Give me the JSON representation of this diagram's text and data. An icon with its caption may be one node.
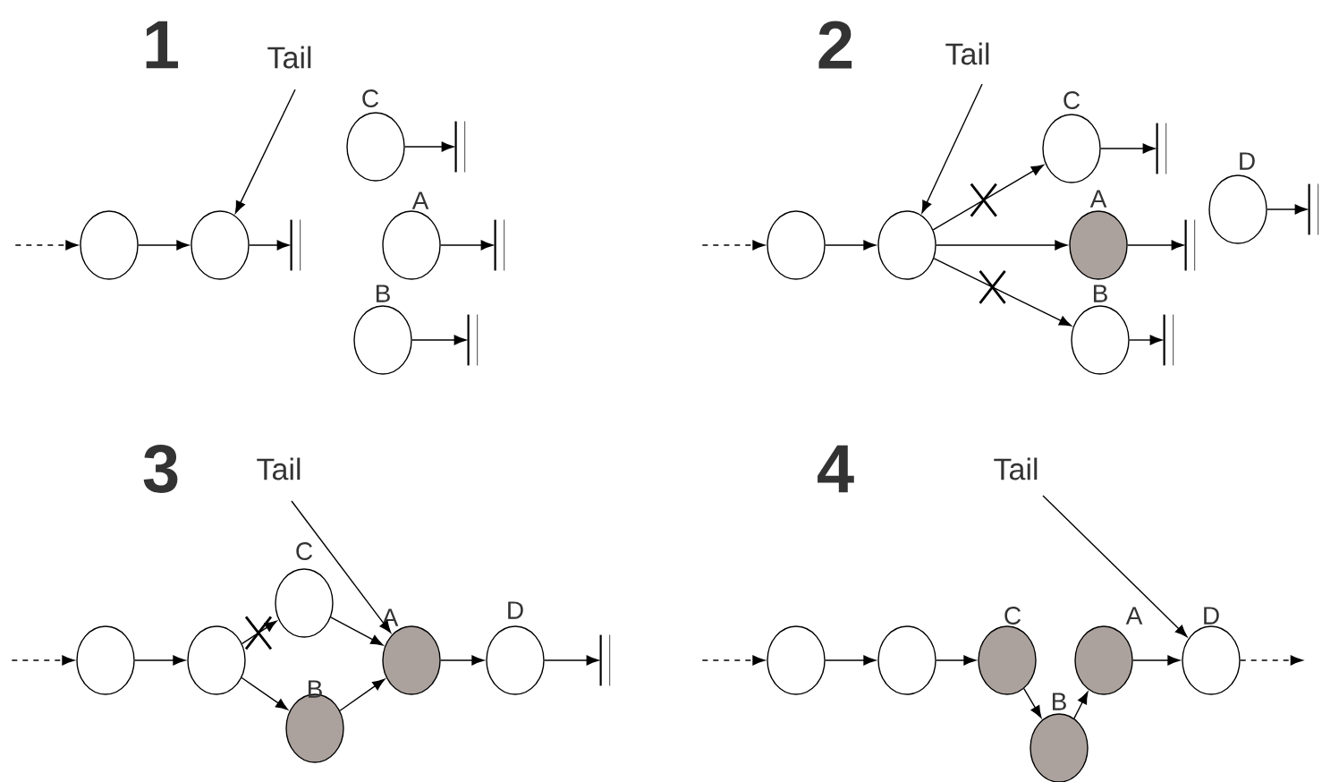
{
  "diagram": {
    "nodes": [
      {
        "text": [
          "Tail"
        ]
      },
      {
        "text": [],
        "shape": "circle"
      },
      {
        "text": [],
        "shape": "circle"
      },
      {
        "text": [],
        "shape": "bar"
      },
      {
        "text": [
          "C"
        ]
      },
      {
        "text": [],
        "shape": "bar"
      },
      {
        "text": [
          "A"
        ]
      },
      {
        "text": [],
        "shape": "bar"
      },
      {
        "text": [
          "B"
        ]
      },
      {
        "text": [],
        "shape": "bar"
      },
      {
        "text": [
          "Tail"
        ]
      },
      {
        "text": [],
        "shape": "circle"
      },
      {
        "text": [],
        "shape": "circle"
      },
      {
        "text": [
          "C"
        ]
      },
      {
        "text": [],
        "shape": "bar"
      },
      {
        "text": [
          "D"
        ]
      },
      {
        "text": [],
        "shape": "bar"
      },
      {
        "text": [
          "A"
        ]
      },
      {
        "text": [],
        "shape": "bar"
      },
      {
        "text": [
          "B"
        ]
      },
      {
        "text": [],
        "shape": "bar"
      },
      {
        "text": [
          "Tail"
        ]
      },
      {
        "text": [],
        "shape": "circle"
      },
      {
        "text": [],
        "shape": "circle"
      },
      {
        "text": [
          "C"
        ]
      },
      {
        "text": [
          "B"
        ]
      },
      {
        "text": [
          "A"
        ]
      },
      {
        "text": [
          "D"
        ]
      },
      {
        "text": [],
        "shape": "bar"
      },
      {
        "text": [
          "Tail"
        ]
      },
      {
        "text": [],
        "shape": "circle"
      },
      {
        "text": [],
        "shape": "circle"
      },
      {
        "text": [
          "C"
        ]
      },
      {
        "text": [
          "B"
        ]
      },
      {
        "text": [
          "A"
        ]
      },
      {
        "text": [
          "D"
        ]
      }
    ],
    "edges": [
      {
        "from": null,
        "to": 1,
        "arrow": "to",
        "style": "dashed"
      },
      {
        "from": 1,
        "to": 2,
        "arrow": "to"
      },
      {
        "from": 2,
        "to": 3,
        "arrow": "to"
      },
      {
        "from": 0,
        "to": 2,
        "arrow": "to"
      },
      {
        "from": 4,
        "to": 5,
        "arrow": "to"
      },
      {
        "from": 6,
        "to": 7,
        "arrow": "to"
      },
      {
        "from": 8,
        "to": 9,
        "arrow": "to"
      },
      {
        "from": null,
        "to": 11,
        "arrow": "to",
        "style": "dashed"
      },
      {
        "from": 11,
        "to": 12,
        "arrow": "to"
      },
      {
        "from": 10,
        "to": 12,
        "arrow": "to"
      },
      {
        "from": 12,
        "to": 13,
        "arrow": "to"
      },
      {
        "from": 12,
        "to": 17,
        "arrow": "to"
      },
      {
        "from": 12,
        "to": 19,
        "arrow": "to"
      },
      {
        "from": 13,
        "to": 14,
        "arrow": "to"
      },
      {
        "from": 17,
        "to": 18,
        "arrow": "to"
      },
      {
        "from": 19,
        "to": 20,
        "arrow": "to"
      },
      {
        "from": 15,
        "to": 16,
        "arrow": "to"
      },
      {
        "from": null,
        "to": 22,
        "arrow": "to",
        "style": "dashed"
      },
      {
        "from": 22,
        "to": 23,
        "arrow": "to"
      },
      {
        "from": 23,
        "to": 24,
        "arrow": "to"
      },
      {
        "from": 23,
        "to": 25,
        "arrow": "to"
      },
      {
        "from": 24,
        "to": 26,
        "arrow": "to"
      },
      {
        "from": 25,
        "to": 26,
        "arrow": "to"
      },
      {
        "from": 26,
        "to": 27,
        "arrow": "to"
      },
      {
        "from": 27,
        "to": 28,
        "arrow": "to"
      },
      {
        "from": 21,
        "to": 26,
        "arrow": "to"
      },
      {
        "from": null,
        "to": 30,
        "arrow": "to",
        "style": "dashed"
      },
      {
        "from": 30,
        "to": 31,
        "arrow": "to"
      },
      {
        "from": 31,
        "to": 32,
        "arrow": "to"
      },
      {
        "from": 32,
        "to": 33,
        "arrow": "to"
      },
      {
        "from": 33,
        "to": 34,
        "arrow": "to"
      },
      {
        "from": 34,
        "to": 35,
        "arrow": "to"
      },
      {
        "from": 35,
        "to": null,
        "arrow": "to",
        "style": "dashed"
      },
      {
        "from": 29,
        "to": 35,
        "arrow": "to"
      }
    ],
    "labels": [
      "1",
      "2",
      "3",
      "4"
    ]
  }
}
